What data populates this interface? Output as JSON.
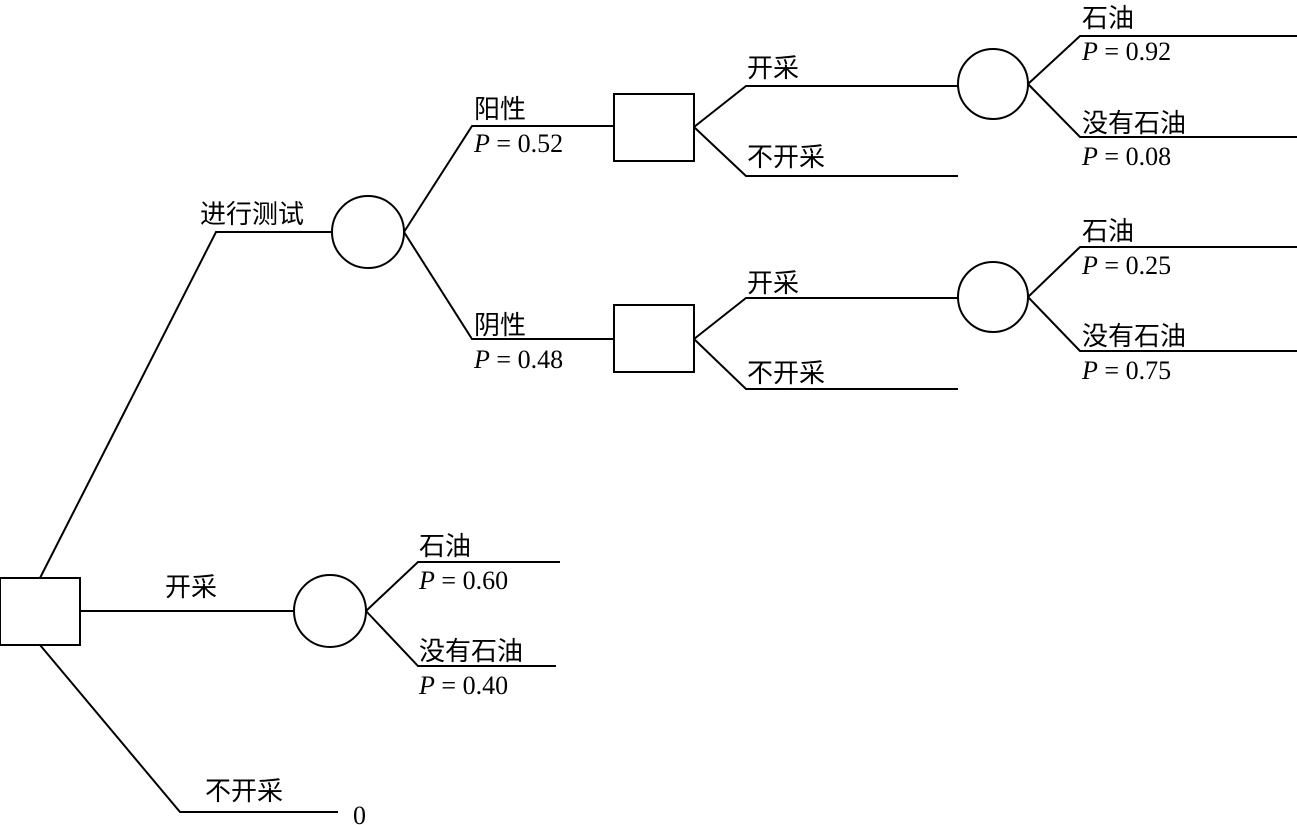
{
  "tree": {
    "root_options": {
      "test": "进行测试",
      "drill": "开采",
      "no_drill": "不开采",
      "no_drill_value": "0"
    },
    "test_results": {
      "positive": {
        "label": "阳性",
        "p": "P",
        "eq": " = ",
        "value": "0.52"
      },
      "negative": {
        "label": "阴性",
        "p": "P",
        "eq": " = ",
        "value": "0.48"
      }
    },
    "after_positive": {
      "drill": "开采",
      "no_drill": "不开采",
      "oil": {
        "label": "石油",
        "p": "P",
        "eq": " = ",
        "value": "0.92"
      },
      "no_oil": {
        "label": "没有石油",
        "p": "P",
        "eq": " = ",
        "value": "0.08"
      }
    },
    "after_negative": {
      "drill": "开采",
      "no_drill": "不开采",
      "oil": {
        "label": "石油",
        "p": "P",
        "eq": " = ",
        "value": "0.25"
      },
      "no_oil": {
        "label": "没有石油",
        "p": "P",
        "eq": " = ",
        "value": "0.75"
      }
    },
    "direct_drill": {
      "oil": {
        "label": "石油",
        "p": "P",
        "eq": " = ",
        "value": "0.60"
      },
      "no_oil": {
        "label": "没有石油",
        "p": "P",
        "eq": " = ",
        "value": "0.40"
      }
    }
  }
}
